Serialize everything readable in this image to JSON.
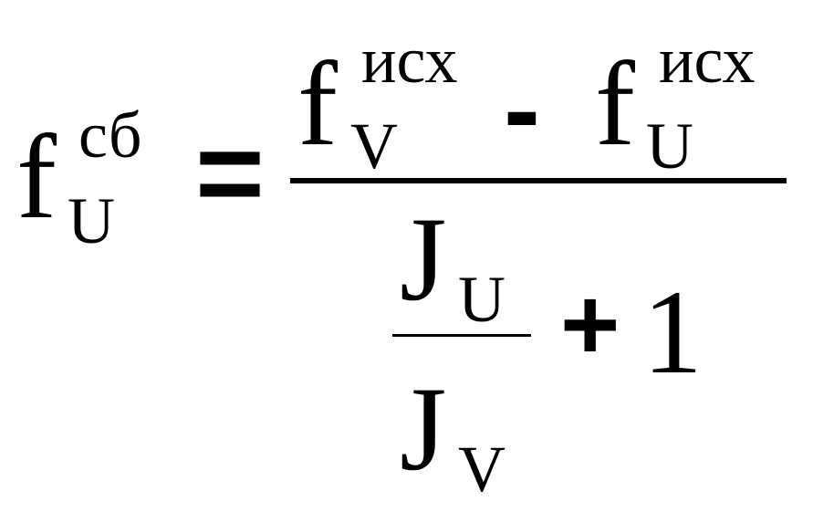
{
  "formula": {
    "lhs": {
      "base": "f",
      "sup": "сб",
      "sub": "U"
    },
    "equals": "=",
    "numerator": {
      "term1": {
        "base": "f",
        "sup": "исх",
        "sub": "V"
      },
      "minus": "-",
      "term2": {
        "base": "f",
        "sup": "исх",
        "sub": "U"
      }
    },
    "denominator": {
      "inner_numerator": {
        "base": "J",
        "sub": "U"
      },
      "inner_denominator": {
        "base": "J",
        "sub": "V"
      },
      "plus": "+",
      "one": "1"
    }
  }
}
